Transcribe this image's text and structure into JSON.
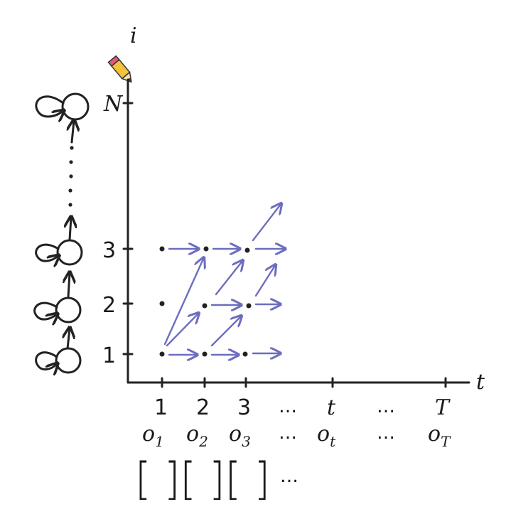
{
  "axes": {
    "y_label": "i",
    "x_label": "t",
    "y_ticks": [
      "1",
      "2",
      "3",
      "N"
    ],
    "x_ticks": [
      "1",
      "2",
      "3",
      "…",
      "t",
      "…",
      "T"
    ]
  },
  "observations": {
    "labels": [
      "o",
      "o",
      "o",
      "…",
      "o",
      "…",
      "o"
    ],
    "subscripts": [
      "1",
      "2",
      "3",
      "",
      "t",
      "",
      "T"
    ]
  },
  "brackets": {
    "text": "[ ][ ][ ]",
    "ellipsis": "…"
  },
  "colors": {
    "ink": "#222222",
    "arrows": "#6d6dbf"
  },
  "icons": {
    "pencil": "pencil-icon"
  }
}
